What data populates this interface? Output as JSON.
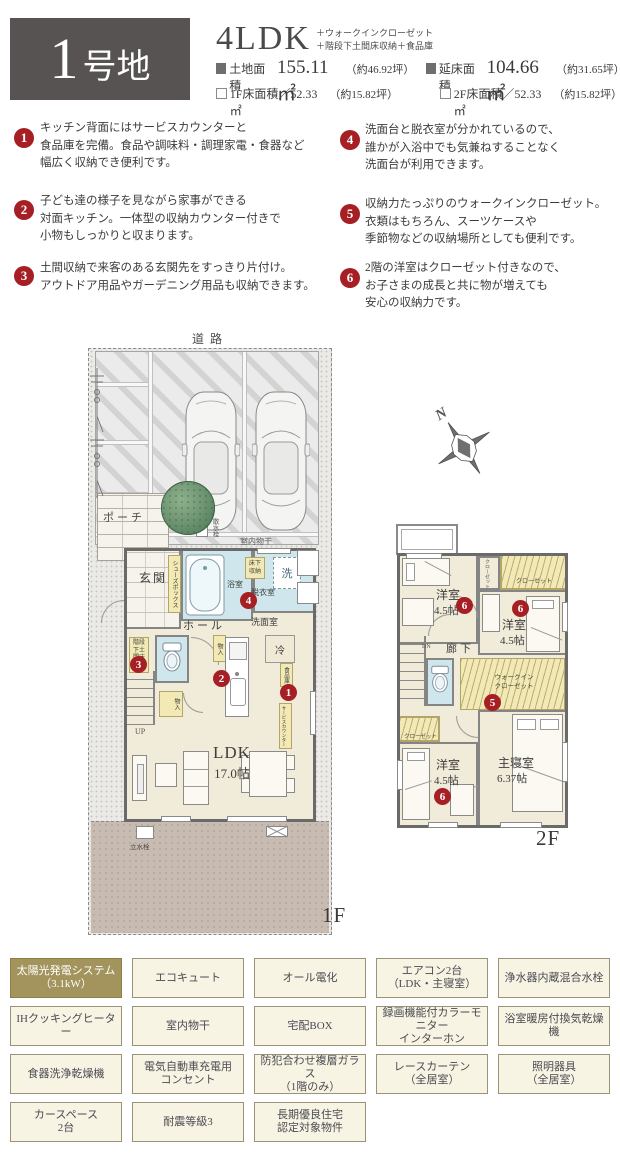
{
  "header": {
    "lot_big": "1",
    "lot_small": "号地",
    "plan": "4LDK",
    "plan_note1": "＋ウォークインクローゼット",
    "plan_note2": "＋階段下土間床収納＋食品庫",
    "area1_label": "土地面積",
    "area1_value": "155.11㎡",
    "area1_tsubo": "（約46.92坪）",
    "area2_label": "延床面積",
    "area2_value": "104.66㎡",
    "area2_tsubo": "（約31.65坪）",
    "area3_label": "1F床面積／52.33㎡",
    "area3_tsubo": "（約15.82坪）",
    "area4_label": "2F床面積／52.33㎡",
    "area4_tsubo": "（約15.82坪）"
  },
  "features": [
    {
      "num": "1",
      "text": "キッチン背面にはサービスカウンターと\n食品庫を完備。食品や調味料・調理家電・食器など\n幅広く収納でき便利です。"
    },
    {
      "num": "2",
      "text": "子ども達の様子を見ながら家事ができる\n対面キッチン。一体型の収納カウンター付きで\n小物もしっかりと収まります。"
    },
    {
      "num": "3",
      "text": "土間収納で来客のある玄関先をすっきり片付け。\nアウトドア用品やガーデニング用品も収納できます。"
    },
    {
      "num": "4",
      "text": "洗面台と脱衣室が分かれているので、\n誰かが入浴中でも気兼ねすることなく\n洗面台が利用できます。"
    },
    {
      "num": "5",
      "text": "収納力たっぷりのウォークインクローゼット。\n衣類はもちろん、スーツケースや\n季節物などの収納場所としても便利です。"
    },
    {
      "num": "6",
      "text": "2階の洋室はクローゼット付きなので、\nお子さまの成長と共に物が増えても\n安心の収納力です。"
    }
  ],
  "plan1f": {
    "road": "道路",
    "porch": "ポーチ",
    "sprinkler": "散水栓",
    "indoor_drying": "室内物干",
    "genkan": "玄関",
    "shoes_box": "シューズボックス",
    "bath": "浴室",
    "underfloor_storage": "床下収納",
    "laundry": "洗",
    "dressing_room": "脱衣室",
    "hall": "ホール",
    "washroom": "洗面室",
    "stair_storage": "階段下土間床収納",
    "closet1": "物入",
    "closet2": "物入",
    "fridge": "冷",
    "pantry": "食品庫",
    "service_counter": "サービスカウンター",
    "ldk": "LDK",
    "ldk_size": "17.0帖",
    "up": "UP",
    "water_tap": "立水栓",
    "floor": "1F"
  },
  "plan2f": {
    "compass": "N",
    "room1": "洋室",
    "room1_size": "4.5帖",
    "room2": "洋室",
    "room2_size": "4.5帖",
    "room3": "洋室",
    "room3_size": "4.5帖",
    "master": "主寝室",
    "master_size": "6.37帖",
    "hallway": "廊下",
    "dn": "DN",
    "wic_line1": "ウォークイン",
    "wic_line2": "クローゼット",
    "closet_small": "クローゼット",
    "closet_top": "クローゼット",
    "closet_left": "クローゼット",
    "floor": "2F"
  },
  "markers": {
    "m1": "1",
    "m2": "2",
    "m3": "3",
    "m4": "4",
    "m5": "5",
    "m6": "6"
  },
  "amenities": {
    "items": [
      {
        "label": "太陽光発電システム\n（3.1kW）",
        "highlight": true
      },
      {
        "label": "エコキュート",
        "highlight": false
      },
      {
        "label": "オール電化",
        "highlight": false
      },
      {
        "label": "エアコン2台\n（LDK・主寝室）",
        "highlight": false
      },
      {
        "label": "浄水器内蔵混合水栓",
        "highlight": false
      },
      {
        "label": "IHクッキングヒーター",
        "highlight": false
      },
      {
        "label": "室内物干",
        "highlight": false
      },
      {
        "label": "宅配BOX",
        "highlight": false
      },
      {
        "label": "録画機能付カラーモニター\nインターホン",
        "highlight": false
      },
      {
        "label": "浴室暖房付換気乾燥機",
        "highlight": false
      },
      {
        "label": "食器洗浄乾燥機",
        "highlight": false
      },
      {
        "label": "電気自動車充電用\nコンセント",
        "highlight": false
      },
      {
        "label": "防犯合わせ複層ガラス\n（1階のみ）",
        "highlight": false
      },
      {
        "label": "レースカーテン\n（全居室）",
        "highlight": false
      },
      {
        "label": "照明器具\n（全居室）",
        "highlight": false
      },
      {
        "label": "カースペース\n2台",
        "highlight": false
      },
      {
        "label": "耐震等級3",
        "highlight": false
      },
      {
        "label": "長期優良住宅\n認定対象物件",
        "highlight": false
      }
    ]
  },
  "colors": {
    "accent_red": "#a61f24",
    "lot_box_bg": "#575353",
    "amenity_highlight_bg": "#a2945c",
    "amenity_bg": "#f8f4e4",
    "room_fill": "#f1ebd9",
    "water_fill": "#cfe6ec",
    "closet_fill": "#f2e9b4",
    "garden_fill": "#c8bcb2"
  }
}
